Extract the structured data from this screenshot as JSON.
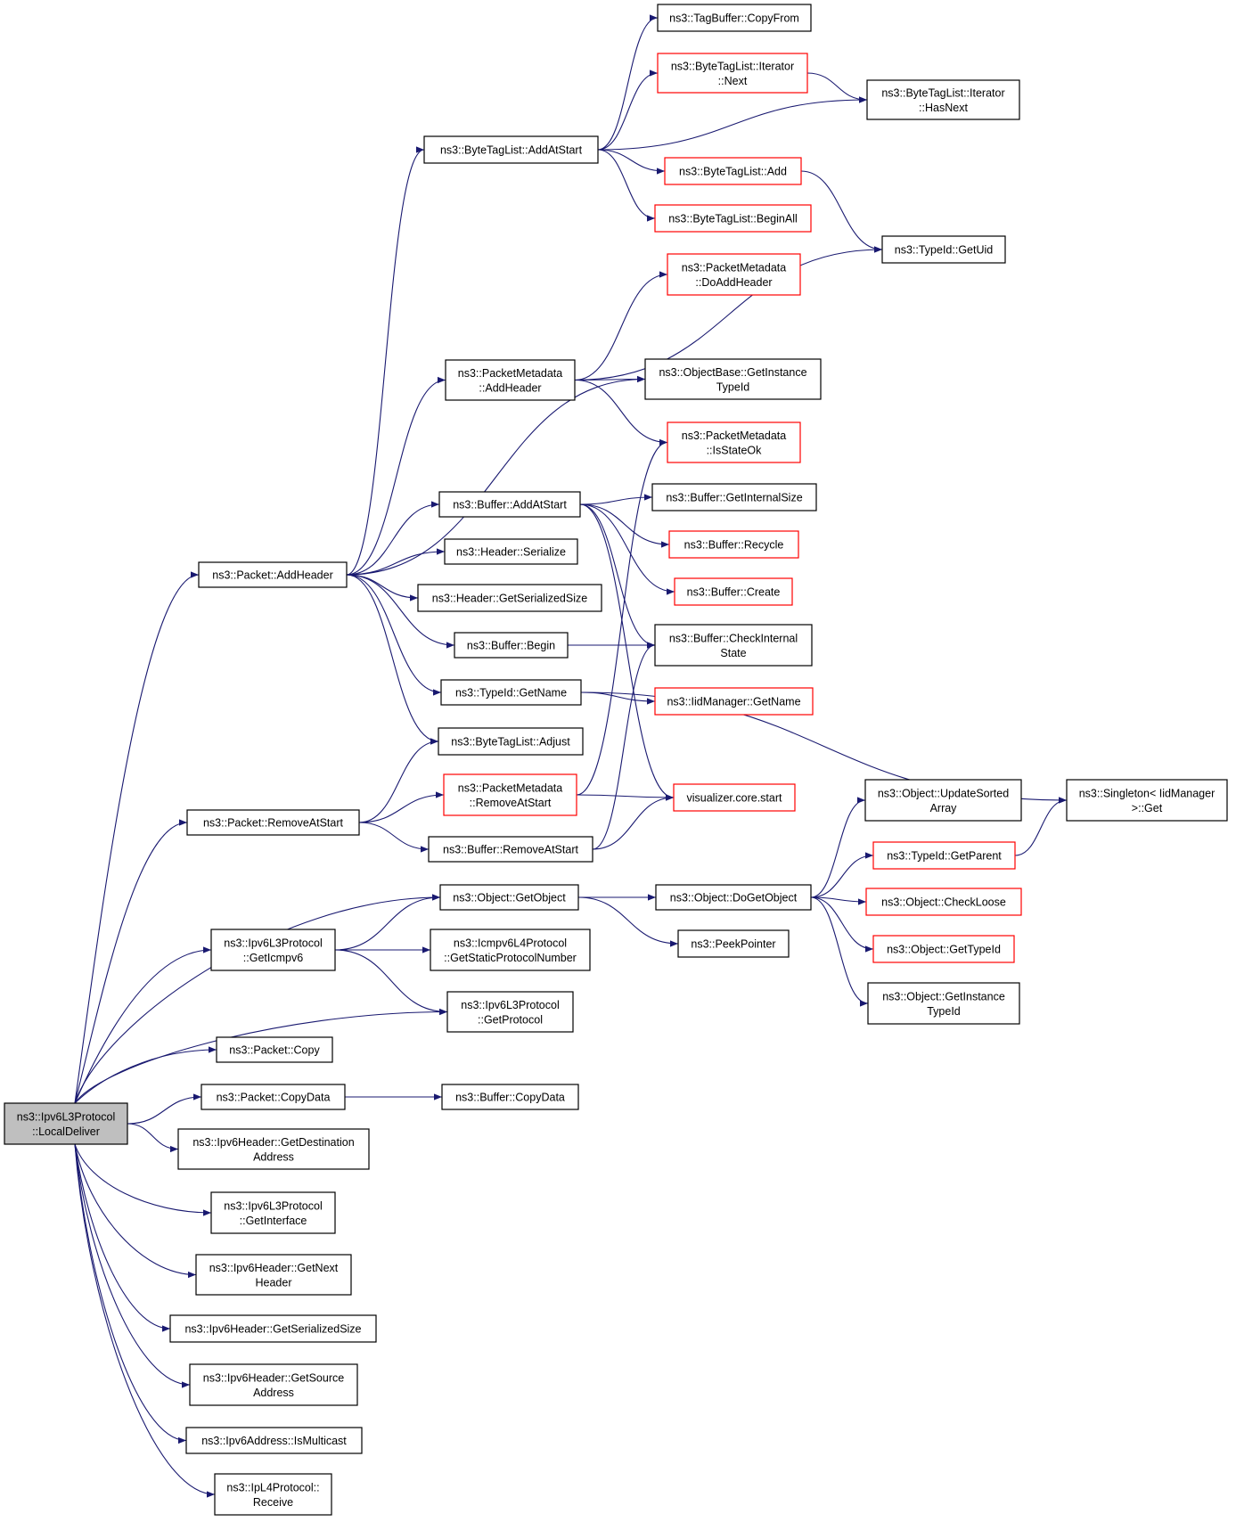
{
  "colors": {
    "edge": "#191970",
    "node_border": "#000000",
    "node_border_truncated": "#ff0000",
    "root_fill": "#bfbfbf"
  },
  "nodes": [
    {
      "id": "root",
      "lines": [
        "ns3::Ipv6L3Protocol",
        "::LocalDeliver"
      ],
      "style": "root"
    },
    {
      "id": "tagbuffer_copyfrom",
      "lines": [
        "ns3::TagBuffer::CopyFrom"
      ],
      "style": "normal"
    },
    {
      "id": "btl_iter_next",
      "lines": [
        "ns3::ByteTagList::Iterator",
        "::Next"
      ],
      "style": "truncated"
    },
    {
      "id": "btl_iter_hasnext",
      "lines": [
        "ns3::ByteTagList::Iterator",
        "::HasNext"
      ],
      "style": "normal"
    },
    {
      "id": "btl_addatstart",
      "lines": [
        "ns3::ByteTagList::AddAtStart"
      ],
      "style": "normal"
    },
    {
      "id": "btl_add",
      "lines": [
        "ns3::ByteTagList::Add"
      ],
      "style": "truncated"
    },
    {
      "id": "btl_beginall",
      "lines": [
        "ns3::ByteTagList::BeginAll"
      ],
      "style": "truncated"
    },
    {
      "id": "typeid_getuid",
      "lines": [
        "ns3::TypeId::GetUid"
      ],
      "style": "normal"
    },
    {
      "id": "pm_doaddheader",
      "lines": [
        "ns3::PacketMetadata",
        "::DoAddHeader"
      ],
      "style": "truncated"
    },
    {
      "id": "pm_addheader",
      "lines": [
        "ns3::PacketMetadata",
        "::AddHeader"
      ],
      "style": "normal"
    },
    {
      "id": "objbase_getinstancetypeid",
      "lines": [
        "ns3::ObjectBase::GetInstance",
        "TypeId"
      ],
      "style": "normal"
    },
    {
      "id": "pm_isstateok",
      "lines": [
        "ns3::PacketMetadata",
        "::IsStateOk"
      ],
      "style": "truncated"
    },
    {
      "id": "buffer_addatstart",
      "lines": [
        "ns3::Buffer::AddAtStart"
      ],
      "style": "normal"
    },
    {
      "id": "buffer_getinternalsize",
      "lines": [
        "ns3::Buffer::GetInternalSize"
      ],
      "style": "normal"
    },
    {
      "id": "header_serialize",
      "lines": [
        "ns3::Header::Serialize"
      ],
      "style": "normal"
    },
    {
      "id": "buffer_recycle",
      "lines": [
        "ns3::Buffer::Recycle"
      ],
      "style": "truncated"
    },
    {
      "id": "packet_addheader",
      "lines": [
        "ns3::Packet::AddHeader"
      ],
      "style": "normal"
    },
    {
      "id": "buffer_create",
      "lines": [
        "ns3::Buffer::Create"
      ],
      "style": "truncated"
    },
    {
      "id": "header_getserializedsize",
      "lines": [
        "ns3::Header::GetSerializedSize"
      ],
      "style": "normal"
    },
    {
      "id": "buffer_begin",
      "lines": [
        "ns3::Buffer::Begin"
      ],
      "style": "normal"
    },
    {
      "id": "buffer_checkinternalstate",
      "lines": [
        "ns3::Buffer::CheckInternal",
        "State"
      ],
      "style": "normal"
    },
    {
      "id": "typeid_getname",
      "lines": [
        "ns3::TypeId::GetName"
      ],
      "style": "normal"
    },
    {
      "id": "iidmanager_getname",
      "lines": [
        "ns3::IidManager::GetName"
      ],
      "style": "truncated"
    },
    {
      "id": "btl_adjust",
      "lines": [
        "ns3::ByteTagList::Adjust"
      ],
      "style": "normal"
    },
    {
      "id": "pm_removeatstart",
      "lines": [
        "ns3::PacketMetadata",
        "::RemoveAtStart"
      ],
      "style": "truncated"
    },
    {
      "id": "visualizer_core_start",
      "lines": [
        "visualizer.core.start"
      ],
      "style": "truncated"
    },
    {
      "id": "object_updatesortedarray",
      "lines": [
        "ns3::Object::UpdateSorted",
        "Array"
      ],
      "style": "normal"
    },
    {
      "id": "singleton_iidmanager_get",
      "lines": [
        "ns3::Singleton< IidManager",
        ">::Get"
      ],
      "style": "normal"
    },
    {
      "id": "packet_removeatstart",
      "lines": [
        "ns3::Packet::RemoveAtStart"
      ],
      "style": "normal"
    },
    {
      "id": "buffer_removeatstart",
      "lines": [
        "ns3::Buffer::RemoveAtStart"
      ],
      "style": "normal"
    },
    {
      "id": "typeid_getparent",
      "lines": [
        "ns3::TypeId::GetParent"
      ],
      "style": "truncated"
    },
    {
      "id": "object_getobject",
      "lines": [
        "ns3::Object::GetObject"
      ],
      "style": "normal"
    },
    {
      "id": "object_dogetobject",
      "lines": [
        "ns3::Object::DoGetObject"
      ],
      "style": "normal"
    },
    {
      "id": "object_checkloose",
      "lines": [
        "ns3::Object::CheckLoose"
      ],
      "style": "truncated"
    },
    {
      "id": "ipv6l3_geticmpv6",
      "lines": [
        "ns3::Ipv6L3Protocol",
        "::GetIcmpv6"
      ],
      "style": "normal"
    },
    {
      "id": "icmpv6l4_getstaticprotocolnumber",
      "lines": [
        "ns3::Icmpv6L4Protocol",
        "::GetStaticProtocolNumber"
      ],
      "style": "normal"
    },
    {
      "id": "peekpointer",
      "lines": [
        "ns3::PeekPointer"
      ],
      "style": "normal"
    },
    {
      "id": "object_gettypeid",
      "lines": [
        "ns3::Object::GetTypeId"
      ],
      "style": "truncated"
    },
    {
      "id": "object_getinstancetypeid",
      "lines": [
        "ns3::Object::GetInstance",
        "TypeId"
      ],
      "style": "normal"
    },
    {
      "id": "ipv6l3_getprotocol",
      "lines": [
        "ns3::Ipv6L3Protocol",
        "::GetProtocol"
      ],
      "style": "normal"
    },
    {
      "id": "packet_copy",
      "lines": [
        "ns3::Packet::Copy"
      ],
      "style": "normal"
    },
    {
      "id": "packet_copydata",
      "lines": [
        "ns3::Packet::CopyData"
      ],
      "style": "normal"
    },
    {
      "id": "buffer_copydata",
      "lines": [
        "ns3::Buffer::CopyData"
      ],
      "style": "normal"
    },
    {
      "id": "ipv6header_getdestinationaddress",
      "lines": [
        "ns3::Ipv6Header::GetDestination",
        "Address"
      ],
      "style": "normal"
    },
    {
      "id": "ipv6l3_getinterface",
      "lines": [
        "ns3::Ipv6L3Protocol",
        "::GetInterface"
      ],
      "style": "normal"
    },
    {
      "id": "ipv6header_getnextheader",
      "lines": [
        "ns3::Ipv6Header::GetNext",
        "Header"
      ],
      "style": "normal"
    },
    {
      "id": "ipv6header_getserializedsize",
      "lines": [
        "ns3::Ipv6Header::GetSerializedSize"
      ],
      "style": "normal"
    },
    {
      "id": "ipv6header_getsourceaddress",
      "lines": [
        "ns3::Ipv6Header::GetSource",
        "Address"
      ],
      "style": "normal"
    },
    {
      "id": "ipv6address_ismulticast",
      "lines": [
        "ns3::Ipv6Address::IsMulticast"
      ],
      "style": "normal"
    },
    {
      "id": "ipl4protocol_receive",
      "lines": [
        "ns3::IpL4Protocol::",
        "Receive"
      ],
      "style": "normal"
    }
  ],
  "edges": [
    [
      "root",
      "packet_addheader"
    ],
    [
      "root",
      "packet_removeatstart"
    ],
    [
      "root",
      "object_getobject"
    ],
    [
      "root",
      "ipv6l3_geticmpv6"
    ],
    [
      "root",
      "ipv6l3_getprotocol"
    ],
    [
      "root",
      "packet_copy"
    ],
    [
      "root",
      "packet_copydata"
    ],
    [
      "root",
      "ipv6header_getdestinationaddress"
    ],
    [
      "root",
      "ipv6l3_getinterface"
    ],
    [
      "root",
      "ipv6header_getnextheader"
    ],
    [
      "root",
      "ipv6header_getserializedsize"
    ],
    [
      "root",
      "ipv6header_getsourceaddress"
    ],
    [
      "root",
      "ipv6address_ismulticast"
    ],
    [
      "root",
      "ipl4protocol_receive"
    ],
    [
      "btl_addatstart",
      "tagbuffer_copyfrom"
    ],
    [
      "btl_addatstart",
      "btl_iter_next"
    ],
    [
      "btl_addatstart",
      "btl_iter_hasnext"
    ],
    [
      "btl_iter_next",
      "btl_iter_hasnext"
    ],
    [
      "btl_addatstart",
      "btl_add"
    ],
    [
      "btl_addatstart",
      "btl_beginall"
    ],
    [
      "btl_add",
      "typeid_getuid"
    ],
    [
      "pm_addheader",
      "pm_doaddheader"
    ],
    [
      "pm_addheader",
      "typeid_getuid"
    ],
    [
      "pm_addheader",
      "objbase_getinstancetypeid"
    ],
    [
      "pm_addheader",
      "pm_isstateok"
    ],
    [
      "packet_addheader",
      "btl_addatstart"
    ],
    [
      "packet_addheader",
      "pm_addheader"
    ],
    [
      "packet_addheader",
      "objbase_getinstancetypeid"
    ],
    [
      "packet_addheader",
      "buffer_addatstart"
    ],
    [
      "packet_addheader",
      "header_serialize"
    ],
    [
      "packet_addheader",
      "header_getserializedsize"
    ],
    [
      "packet_addheader",
      "buffer_begin"
    ],
    [
      "packet_addheader",
      "typeid_getname"
    ],
    [
      "packet_addheader",
      "btl_adjust"
    ],
    [
      "buffer_addatstart",
      "buffer_getinternalsize"
    ],
    [
      "buffer_addatstart",
      "buffer_recycle"
    ],
    [
      "buffer_addatstart",
      "buffer_create"
    ],
    [
      "buffer_addatstart",
      "buffer_checkinternalstate"
    ],
    [
      "buffer_addatstart",
      "visualizer_core_start"
    ],
    [
      "buffer_begin",
      "buffer_checkinternalstate"
    ],
    [
      "typeid_getname",
      "iidmanager_getname"
    ],
    [
      "typeid_getname",
      "singleton_iidmanager_get"
    ],
    [
      "packet_removeatstart",
      "btl_adjust"
    ],
    [
      "packet_removeatstart",
      "pm_removeatstart"
    ],
    [
      "packet_removeatstart",
      "buffer_removeatstart"
    ],
    [
      "pm_removeatstart",
      "pm_isstateok"
    ],
    [
      "pm_removeatstart",
      "visualizer_core_start"
    ],
    [
      "buffer_removeatstart",
      "visualizer_core_start"
    ],
    [
      "buffer_removeatstart",
      "buffer_checkinternalstate"
    ],
    [
      "object_getobject",
      "object_dogetobject"
    ],
    [
      "object_getobject",
      "peekpointer"
    ],
    [
      "object_dogetobject",
      "object_updatesortedarray"
    ],
    [
      "object_dogetobject",
      "typeid_getparent"
    ],
    [
      "object_dogetobject",
      "object_checkloose"
    ],
    [
      "object_dogetobject",
      "object_gettypeid"
    ],
    [
      "object_dogetobject",
      "object_getinstancetypeid"
    ],
    [
      "typeid_getparent",
      "singleton_iidmanager_get"
    ],
    [
      "ipv6l3_geticmpv6",
      "object_getobject"
    ],
    [
      "ipv6l3_geticmpv6",
      "icmpv6l4_getstaticprotocolnumber"
    ],
    [
      "ipv6l3_geticmpv6",
      "ipv6l3_getprotocol"
    ],
    [
      "packet_copydata",
      "buffer_copydata"
    ]
  ]
}
